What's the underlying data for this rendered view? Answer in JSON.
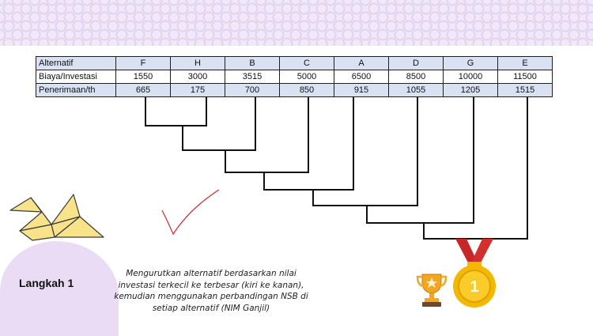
{
  "table": {
    "header_label": "Alternatif",
    "columns": [
      "F",
      "H",
      "B",
      "C",
      "A",
      "D",
      "G",
      "E"
    ],
    "rows": [
      {
        "label": "Biaya/Investasi",
        "values": [
          "1550",
          "3000",
          "3515",
          "5000",
          "6500",
          "8500",
          "10000",
          "11500"
        ]
      },
      {
        "label": "Penerimaan/th",
        "values": [
          "665",
          "175",
          "700",
          "850",
          "915",
          "1055",
          "1205",
          "1515"
        ]
      }
    ]
  },
  "step": {
    "title": "Langkah 1",
    "description": "Mengurutkan alternatif berdasarkan nilai investasi terkecil ke terbesar (kiri ke kanan), kemudian menggunakan perbandingan NSB di setiap alternatif (NIM Ganjil)"
  },
  "decor": {
    "medal_text": "1",
    "icons": [
      "paper-crane-icon",
      "check-mark-icon",
      "trophy-icon",
      "gold-medal-icon"
    ],
    "colors": {
      "banner": "#f1e8f8",
      "table_header": "#d9e2f3",
      "blob": "#e9dcf4",
      "medal_gold": "#f5b800",
      "ribbon": "#c62828"
    }
  }
}
